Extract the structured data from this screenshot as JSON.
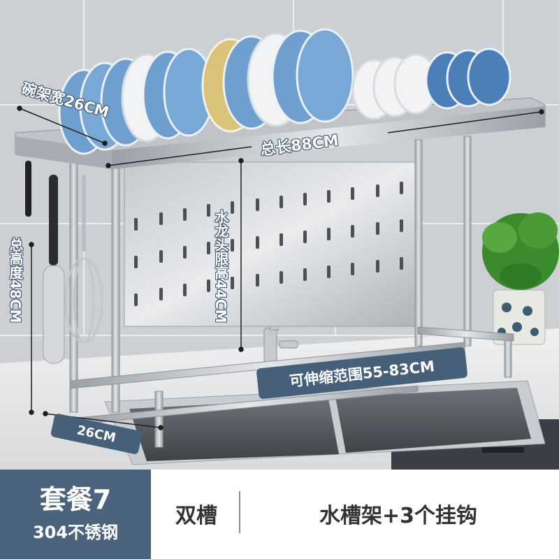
{
  "product": {
    "dims": {
      "rack_width": "碗架宽26CM",
      "total_length": "总长88CM",
      "total_height": "总高度48CM",
      "faucet_height": "水龙头限高44CM",
      "extend_range": "可伸缩范围55-83CM",
      "base_depth": "26CM"
    }
  },
  "option_bar": {
    "package_title": "套餐7",
    "package_material": "304不锈钢",
    "option_left": "双槽",
    "option_right": "水槽架+3个挂钩"
  },
  "colors": {
    "accent": "#4b637c",
    "steel": "#b9bec4",
    "plate_blue": "#6f9fcf",
    "plate_white": "#f2f3f5"
  }
}
